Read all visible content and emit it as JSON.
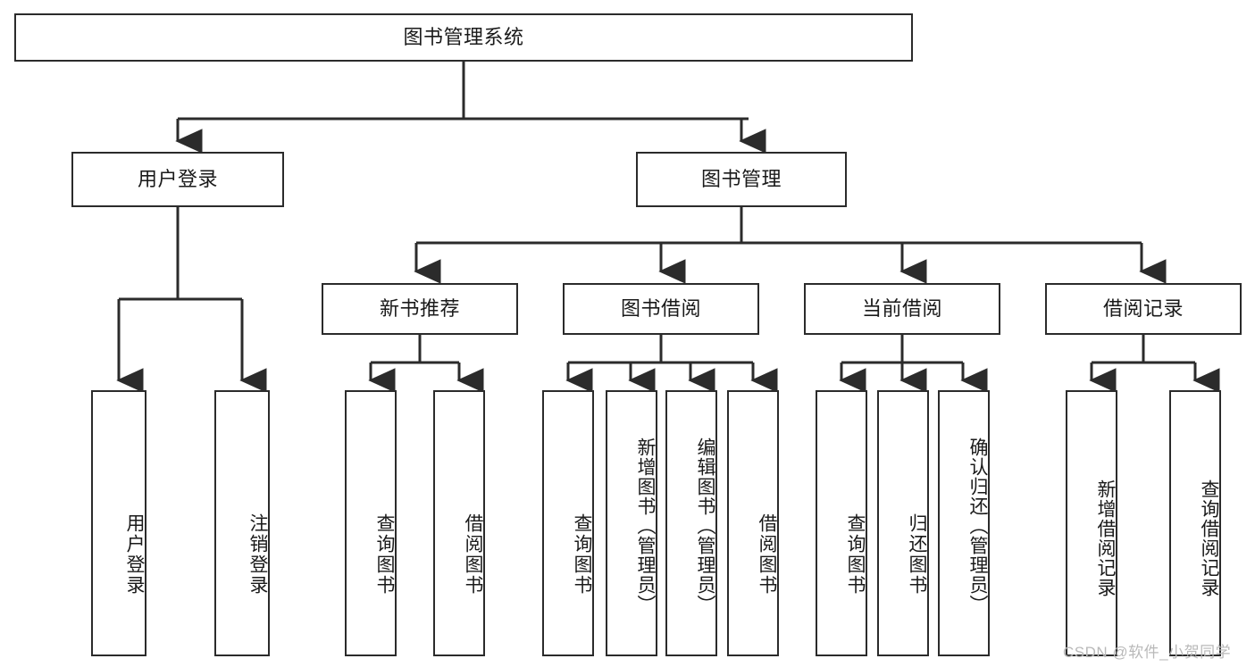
{
  "diagram": {
    "type": "tree-hierarchy-chart",
    "title": "图书管理系统",
    "orientation": "top-down",
    "stroke_color": "#2b2b2b",
    "background_color": "#ffffff",
    "text_color": "#1a1a1a"
  },
  "root": {
    "label": "图书管理系统"
  },
  "level2": [
    {
      "label": "用户登录"
    },
    {
      "label": "图书管理"
    }
  ],
  "level3": [
    {
      "label": "新书推荐"
    },
    {
      "label": "图书借阅"
    },
    {
      "label": "当前借阅"
    },
    {
      "label": "借阅记录"
    }
  ],
  "leaves": {
    "user_login": [
      {
        "label": "用户登录"
      },
      {
        "label": "注销登录"
      }
    ],
    "new_book_recommend": [
      {
        "label": "查询图书"
      },
      {
        "label": "借阅图书"
      }
    ],
    "book_borrow": [
      {
        "label": "查询图书"
      },
      {
        "label": "新增图书（管理员）"
      },
      {
        "label": "编辑图书（管理员）"
      },
      {
        "label": "借阅图书"
      }
    ],
    "current_borrow": [
      {
        "label": "查询图书"
      },
      {
        "label": "归还图书"
      },
      {
        "label": "确认归还（管理员）"
      }
    ],
    "borrow_record": [
      {
        "label": "新增借阅记录"
      },
      {
        "label": "查询借阅记录"
      }
    ]
  },
  "watermark": {
    "text": "CSDN @软件_小贺同学"
  }
}
